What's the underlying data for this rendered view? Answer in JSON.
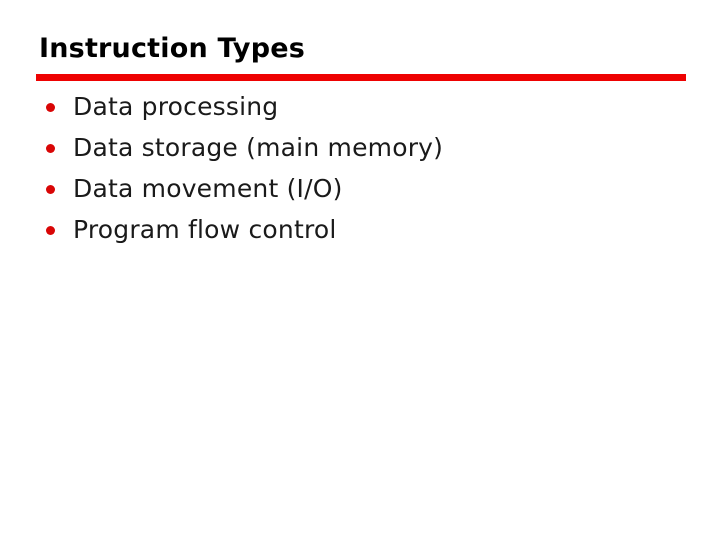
{
  "slide": {
    "title": "Instruction Types",
    "bullets": [
      "Data processing",
      "Data storage (main memory)",
      "Data movement (I/O)",
      "Program flow control"
    ],
    "colors": {
      "background": "#FFFFFF",
      "title_text": "#000000",
      "rule_red": "#EE0202",
      "bullet_red": "#D90606",
      "body_text": "#1A1A1A"
    }
  }
}
